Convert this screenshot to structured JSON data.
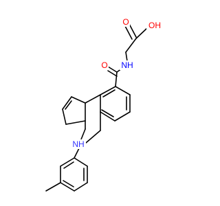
{
  "molecule": {
    "atoms": [
      {
        "id": "o-carbonyl-acid",
        "symbol": "O",
        "color": "#ff0000"
      },
      {
        "id": "oh-acid",
        "symbol": "OH",
        "color": "#ff0000"
      },
      {
        "id": "o-amide",
        "symbol": "O",
        "color": "#ff0000"
      },
      {
        "id": "nh-amide",
        "symbol": "NH",
        "color": "#0000ff"
      },
      {
        "id": "nh-ring",
        "symbol": "NH",
        "color": "#3333ff"
      }
    ]
  }
}
